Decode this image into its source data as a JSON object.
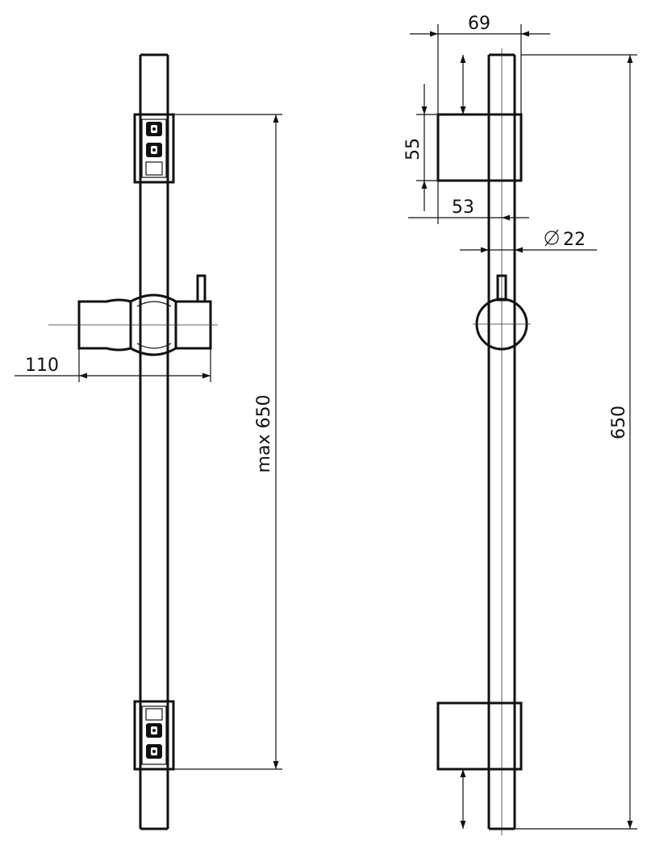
{
  "drawing": {
    "line_color": "#111111",
    "front_view": {
      "dimensions": {
        "slider_width": "110",
        "bracket_spacing": "max 650"
      }
    },
    "side_view": {
      "dimensions": {
        "wall_offset": "69",
        "bracket_height": "55",
        "bracket_depth": "53",
        "rail_diameter": "22",
        "overall_length": "650"
      },
      "diameter_symbol": "⌀"
    }
  }
}
